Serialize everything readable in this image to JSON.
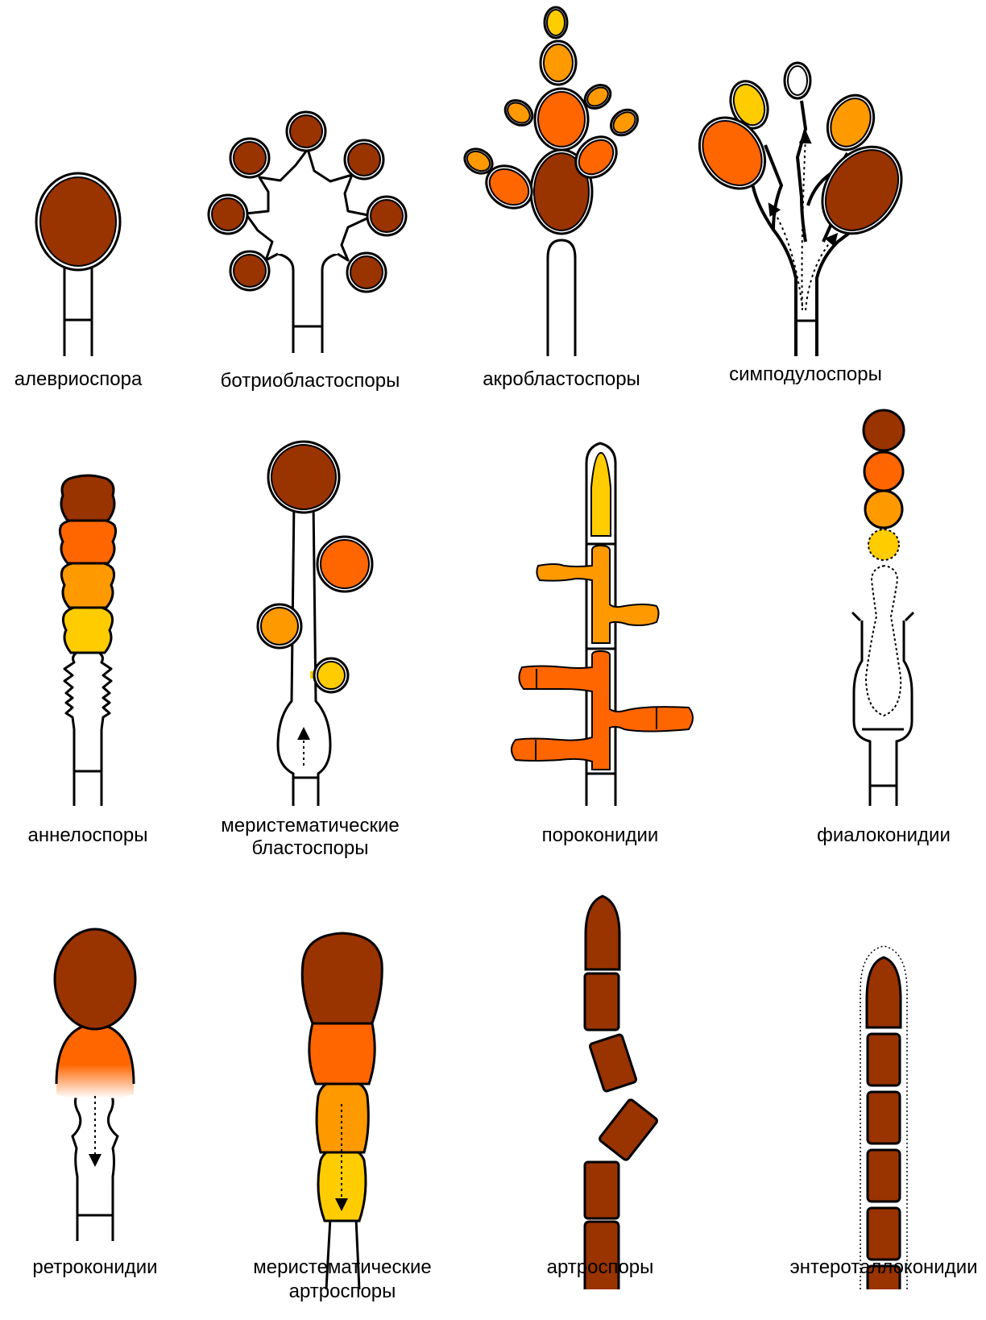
{
  "colors": {
    "dark_brown": "#993300",
    "orange_red": "#FF6600",
    "orange": "#FF9900",
    "yellow": "#FFCC00",
    "outline": "#000000",
    "background": "#FFFFFF"
  },
  "panels": [
    {
      "id": "aleuriospore",
      "label": "алевриоспора"
    },
    {
      "id": "botryoblastospores",
      "label": "ботриобластоспоры"
    },
    {
      "id": "acroblastospores",
      "label": "акробластоспоры"
    },
    {
      "id": "sympodulospores",
      "label": "симподулоспоры"
    },
    {
      "id": "annellospores",
      "label": "аннелоспоры"
    },
    {
      "id": "meristematic-blastospores",
      "label": "меристематические",
      "label2": "бластоспоры"
    },
    {
      "id": "poroconidia",
      "label": "пороконидии"
    },
    {
      "id": "phialoconidia",
      "label": "фиалоконидии"
    },
    {
      "id": "retroconidia",
      "label": "ретроконидии"
    },
    {
      "id": "meristematic-arthrospores",
      "label": "меристематические",
      "label2": "артроспоры"
    },
    {
      "id": "arthrospores",
      "label": "артроспоры"
    },
    {
      "id": "enterothalloconidia",
      "label": "энтероталлоконидии"
    }
  ]
}
